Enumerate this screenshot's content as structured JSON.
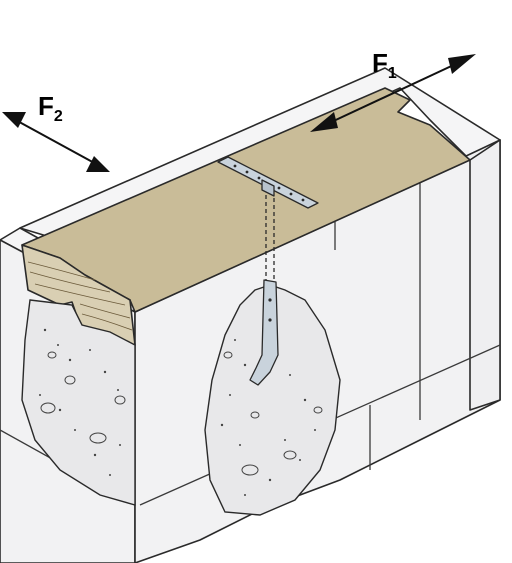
{
  "labels": {
    "f1": {
      "main": "F",
      "sub": "1"
    },
    "f2": {
      "main": "F",
      "sub": "2"
    }
  },
  "colors": {
    "wood": "#c9bc98",
    "wood_end": "#d9cfb3",
    "block_face": "#f2f2f3",
    "block_top": "#f5f5f6",
    "grout": "#e8e8ea",
    "strap": "#c9d3dc",
    "outline": "#2a2a2a",
    "arrow": "#111111"
  },
  "icons": [
    "anchor-strap-icon",
    "double-arrow-icon"
  ]
}
